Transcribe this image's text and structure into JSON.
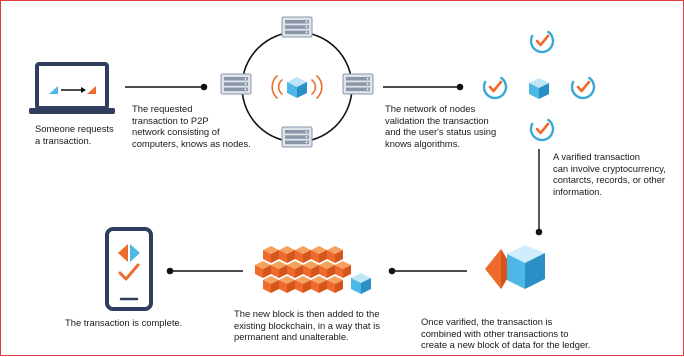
{
  "captions": {
    "step1": "Someone requests\na transaction.",
    "step2": "The requested\ntransaction to P2P\nnetwork consisting of\ncomputers, knows as nodes.",
    "step3": "The network of nodes\nvalidation the transaction\nand the user's status using\nknows algorithms.",
    "step4": "A varified transaction\ncan involve cryptocurrency,\ncontarcts, records, or other\ninformation.",
    "step5": "Once varified, the transaction is\ncombined with other transactions to\ncreate a new block of data for the ledger.",
    "step6": "The new block is then added to the\nexisting blockchain, in a way that is\npermanent and unalterable.",
    "step7": "The transaction is complete."
  },
  "colors": {
    "frame_border": "#e23b3b",
    "laptop": "#2f3e5c",
    "accent_orange": "#ef6b2c",
    "accent_blue": "#4db7e6",
    "server": "#8a96a8",
    "check_blue": "#3aa7d9",
    "connector": "#111111"
  },
  "icons": [
    "laptop-icon",
    "server-icon",
    "network-cube-icon",
    "signal-waves-icon",
    "check-badge-icon",
    "split-cube-icon",
    "blockchain-icon",
    "smartphone-icon"
  ]
}
